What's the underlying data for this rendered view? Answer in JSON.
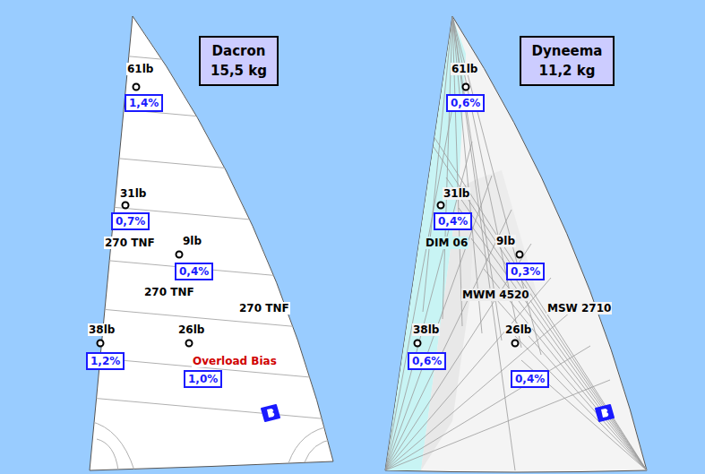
{
  "diagram": {
    "nodes": [
      {
        "text": [
          "Dacron",
          "15,5 kg"
        ]
      },
      {
        "text": [
          "Dyneema",
          "11,2 kg"
        ]
      },
      {
        "text": [
          "1,4%"
        ]
      },
      {
        "text": [
          "0,7%"
        ]
      },
      {
        "text": [
          "0,4%"
        ]
      },
      {
        "text": [
          "1,2%"
        ]
      },
      {
        "text": [
          "1,0%"
        ]
      },
      {
        "text": [
          "0,6%"
        ]
      },
      {
        "text": [
          "0,4%"
        ]
      },
      {
        "text": [
          "0,3%"
        ]
      },
      {
        "text": [
          "0,6%"
        ]
      },
      {
        "text": [
          "0,4%"
        ]
      }
    ],
    "labels": [
      "61lb",
      "31lb",
      "270 TNF",
      "9lb",
      "270 TNF",
      "270 TNF",
      "38lb",
      "26lb",
      "Overload Bias",
      "61lb",
      "31lb",
      "DIM 06",
      "9lb",
      "MWM 4520",
      "MSW 2710",
      "38lb",
      "26lb"
    ]
  }
}
